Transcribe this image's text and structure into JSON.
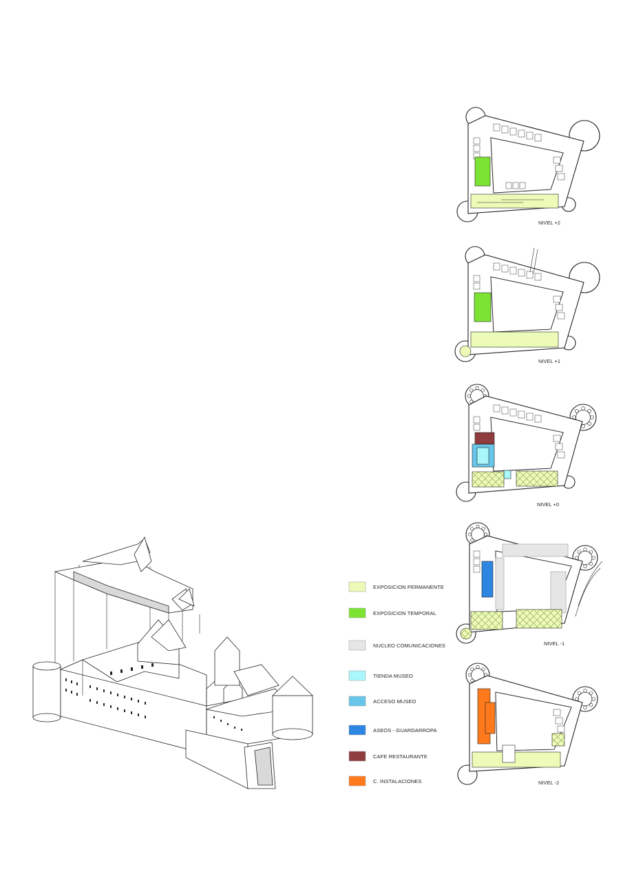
{
  "colors": {
    "exposicion_permanente": "#ecfbb7",
    "exposicion_temporal": "#7de332",
    "nucleo_comunicaciones": "#e6e6e6",
    "tienda_museo": "#aaf7fb",
    "acceso_museo": "#67c6e9",
    "aseos_guardarropa": "#2e86e3",
    "cafe_restaurante": "#8e3c3d",
    "c_instalaciones": "#ff7a1d",
    "hatch": "#97a85a",
    "line": "#222222"
  },
  "legend": [
    {
      "label": "EXPOSICION PERMANENTE",
      "color": "#ecfbb7"
    },
    {
      "label": "EXPOSICION TEMPORAL",
      "color": "#7de332"
    },
    {
      "label": "NUCLEO COMUNICACIONES",
      "color": "#e6e6e6"
    },
    {
      "label": "TIENDA MUSEO",
      "color": "#aaf7fb"
    },
    {
      "label": "ACCESO MUSEO",
      "color": "#67c6e9"
    },
    {
      "label": "ASEOS -  GUARDARROPA",
      "color": "#2e86e3"
    },
    {
      "label": "CAFE RESTAURANTE",
      "color": "#8e3c3d"
    },
    {
      "label": "C. INSTALACIONES",
      "color": "#ff7a1d"
    }
  ],
  "levels": [
    {
      "label": "NIVEL +2",
      "icon": "floor-plan-icon"
    },
    {
      "label": "NIVEL +1",
      "icon": "floor-plan-icon"
    },
    {
      "label": "NIVEL +0",
      "icon": "floor-plan-icon"
    },
    {
      "label": "NIVEL -1",
      "icon": "floor-plan-icon"
    },
    {
      "label": "NIVEL -2",
      "icon": "floor-plan-icon"
    }
  ],
  "axonometric": {
    "icon": "castle-axonometric-icon"
  }
}
